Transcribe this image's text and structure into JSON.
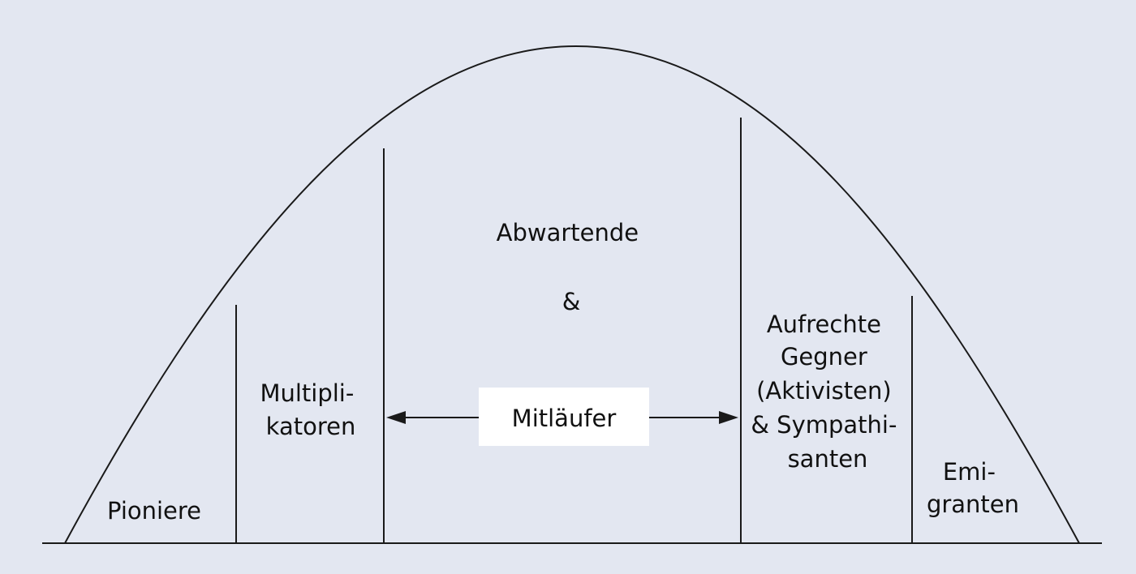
{
  "diagram": {
    "segments": [
      {
        "id": "pioniere",
        "lines": [
          "Pioniere"
        ]
      },
      {
        "id": "multiplikatoren",
        "lines": [
          "Multipli-",
          "katoren"
        ]
      },
      {
        "id": "abwartende",
        "lines": [
          "Abwartende",
          "&"
        ]
      },
      {
        "id": "aufrechte-gegner",
        "lines": [
          "Aufrechte",
          "Gegner",
          "(Aktivisten)",
          "& Sympathi-",
          "santen"
        ]
      },
      {
        "id": "emigranten",
        "lines": [
          "Emi-",
          "granten"
        ]
      }
    ],
    "center_box": {
      "label": "Mitläufer"
    }
  },
  "colors": {
    "background": "#e3e7f1",
    "line": "#1a1a1a",
    "box": "#ffffff",
    "text": "#111111"
  }
}
